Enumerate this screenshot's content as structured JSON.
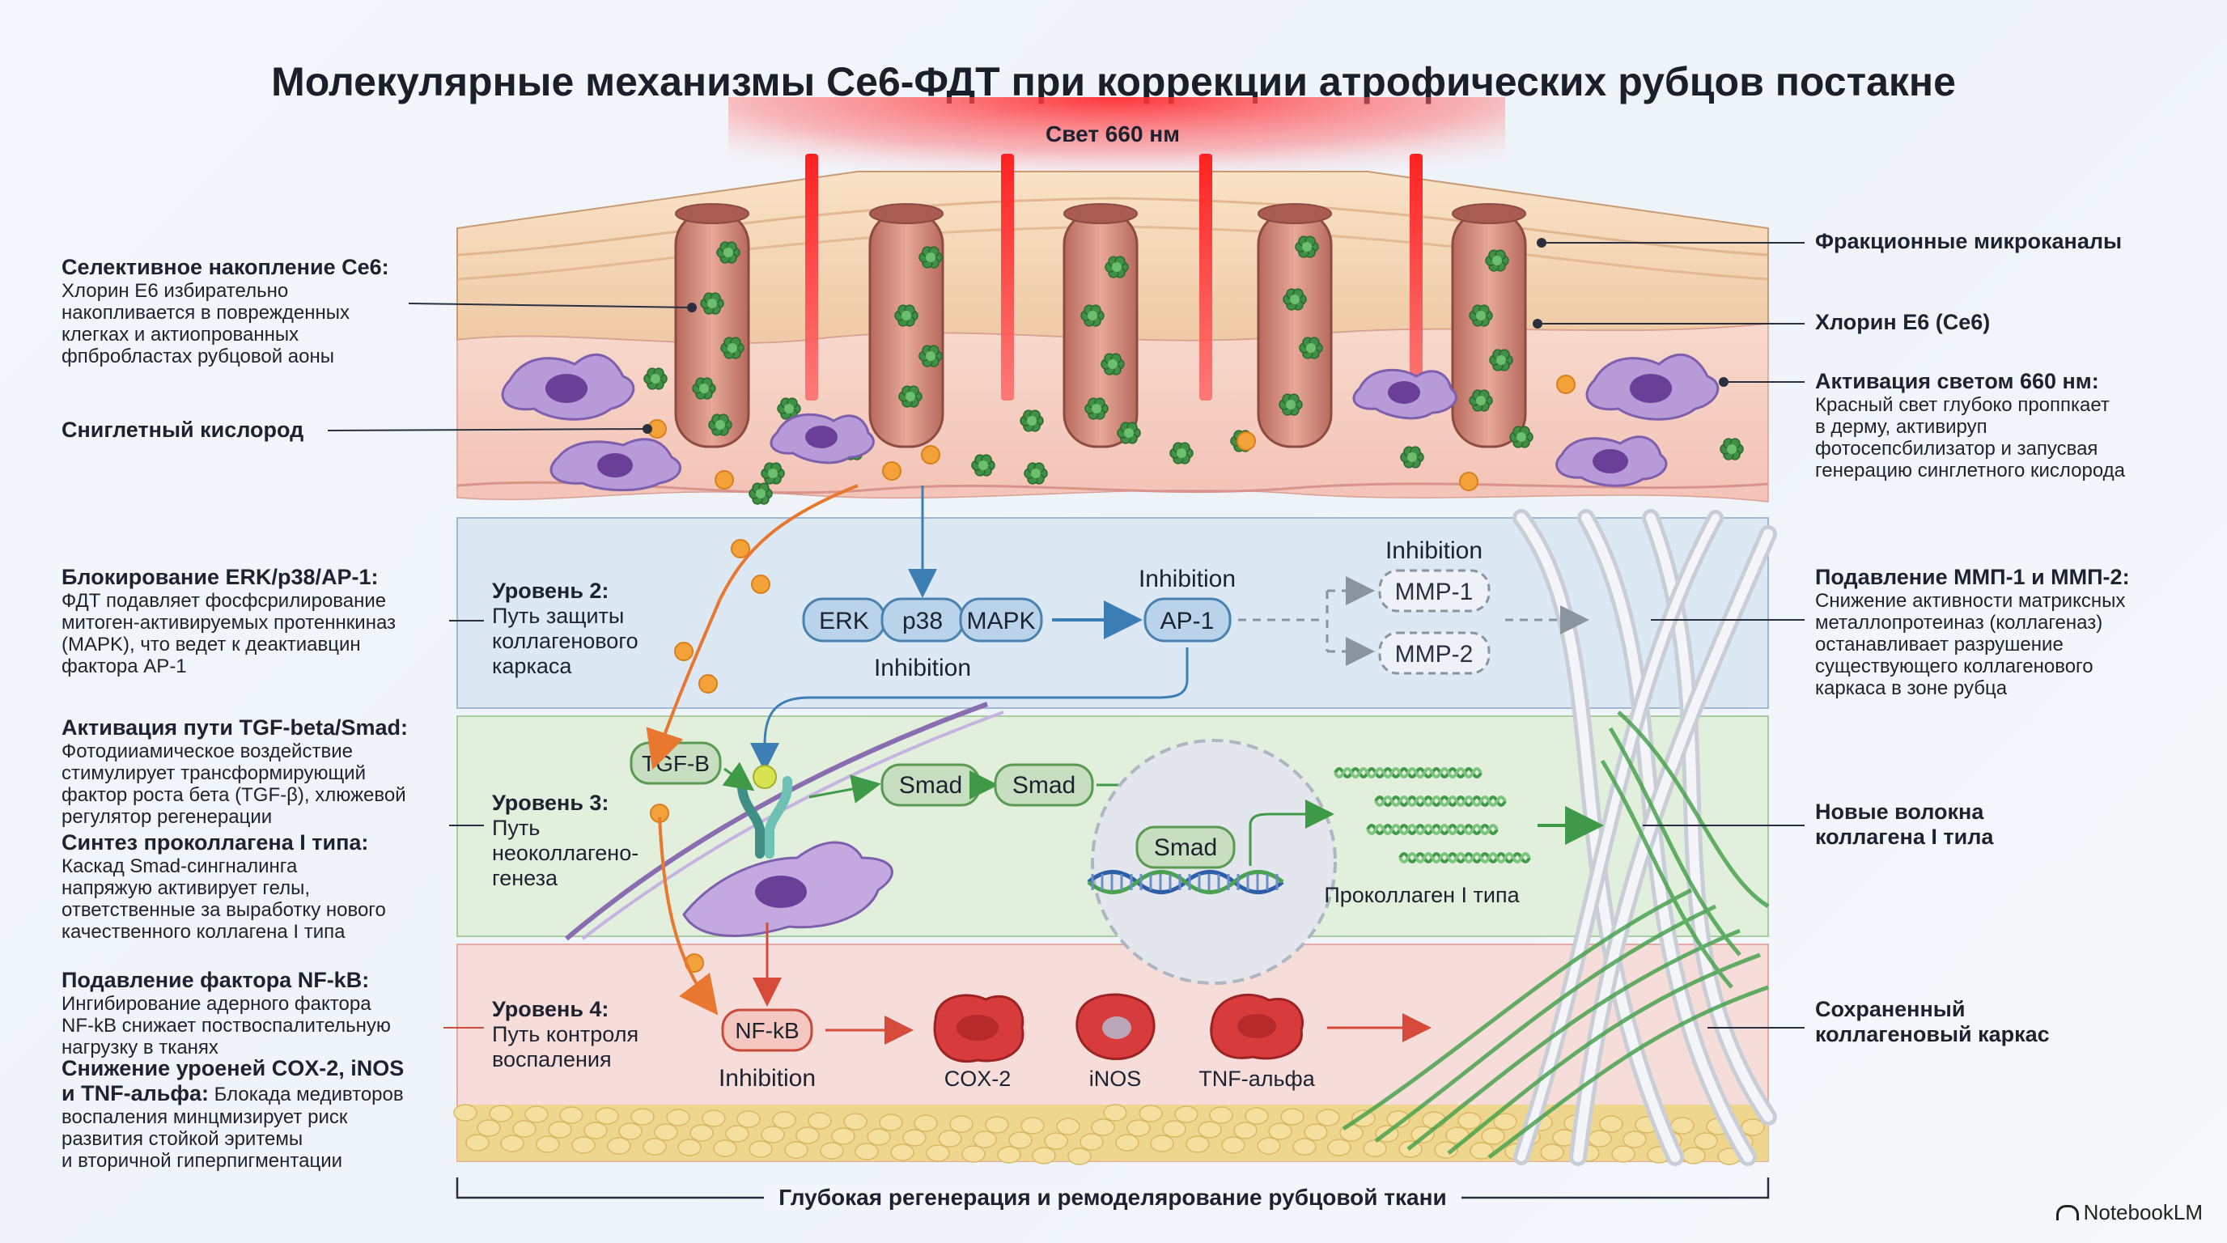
{
  "title": "Молекулярные механизмы Се6-ФДТ при коррекции атрофических рубцов постакне",
  "light_label": "Свет 660 нм",
  "left_notes": [
    {
      "heading": "Селективное накопление Се6:",
      "body": [
        "Хлорин Е6 избирательно",
        "накопливается в поврежденных",
        "клегках и актиопрованных",
        "фпбробластах рубцовой аоны"
      ]
    },
    {
      "heading": "Сниглетный кислород",
      "body": []
    },
    {
      "heading": "Блокирование ERK/p38/AP-1:",
      "body": [
        "ФДТ подавляет фосфсрилирование",
        "митоген-активируемых протеннкиназ",
        "(MAPK), что ведет к деактиавцин",
        "фактора AP-1"
      ]
    },
    {
      "heading": "Активация пути TGF-beta/Smad:",
      "body": [
        "Фотодииамическое воздействие",
        "стимулирует трансформирующий",
        "фактор роста бета (TGF-β), хлюжевой",
        "регулятор регенерации"
      ]
    },
    {
      "heading": "Синтез проколлагена I типа:",
      "body": [
        "Каскад Smad-сингналинга",
        "напряжую активирует гелы,",
        "ответственные за выработку нового",
        "качественного коллагена I типа"
      ]
    },
    {
      "heading": "Подавление фактора NF-kB:",
      "body": [
        "Ингибирование адерного фактора",
        "NF-kB снижает поствоспалительную",
        "нагрузку в тканях"
      ]
    },
    {
      "heading": "Снижение уроеней COX-2, iNOS",
      "heading2": "и TNF-альфа:",
      "inline": "Блокада медивторов",
      "body": [
        "воспаления минцмизирует риск",
        "развития стойкой эритемы",
        "и вторичной гиперпигментации"
      ]
    }
  ],
  "right_notes": [
    {
      "heading": "Фракционные микроканалы",
      "body": []
    },
    {
      "heading": "Хлорин Е6 (Се6)",
      "body": []
    },
    {
      "heading": "Активация светом 660 нм:",
      "body": [
        "Красный свет глубоко проппкает",
        "в дерму, активируп",
        "фотосепсбилизатор и запусвая",
        "генерацию синглетного кислорода"
      ]
    },
    {
      "heading": "Подавление ММП-1 и ММП-2:",
      "body": [
        "Снижение активности матриксных",
        "металлопротеиназ (коллагеназ)",
        "останавливает разрушение",
        "существующего коллагенового",
        "каркаса в зоне рубца"
      ]
    },
    {
      "heading": "Новые волокна",
      "heading2": "коллагена I тила",
      "body": []
    },
    {
      "heading": "Сохраненный",
      "heading2": "коллагеновый каркас",
      "body": []
    }
  ],
  "levels": [
    {
      "title": "Уровень 2:",
      "lines": [
        "Путь защиты",
        "коллагенового",
        "каркаса"
      ]
    },
    {
      "title": "Уровень 3:",
      "lines": [
        "Путь",
        "неоколлагено-",
        "генеза"
      ]
    },
    {
      "title": "Уровень 4:",
      "lines": [
        "Путь контроля",
        "воспаления"
      ]
    }
  ],
  "pathway": {
    "erk": "ERK",
    "p38": "p38",
    "mapk": "MAPK",
    "ap1": "AP-1",
    "inhibition": "Inhibition",
    "mmp1": "MMP-1",
    "mmp2": "MMP-2",
    "tgfb": "TGF-B",
    "smad": "Smad",
    "procollagen": "Проколлаген I типа",
    "nfkb": "NF-kB",
    "cox2": "COX-2",
    "inos": "iNOS",
    "tnf": "TNF-альфа"
  },
  "bottom_caption": "Глубокая регенерация и ремоделярование рубцовой ткани",
  "brand": "NotebookLM",
  "colors": {
    "light": "#e8353a",
    "level2": "#dbe7f3",
    "level3": "#e3f0df",
    "level4": "#f8dcd8",
    "epidermis": "#f3d6b5",
    "dermis": "#f6d2c5",
    "ce6": "#3f8f45",
    "oxygen": "#f3a23a"
  }
}
